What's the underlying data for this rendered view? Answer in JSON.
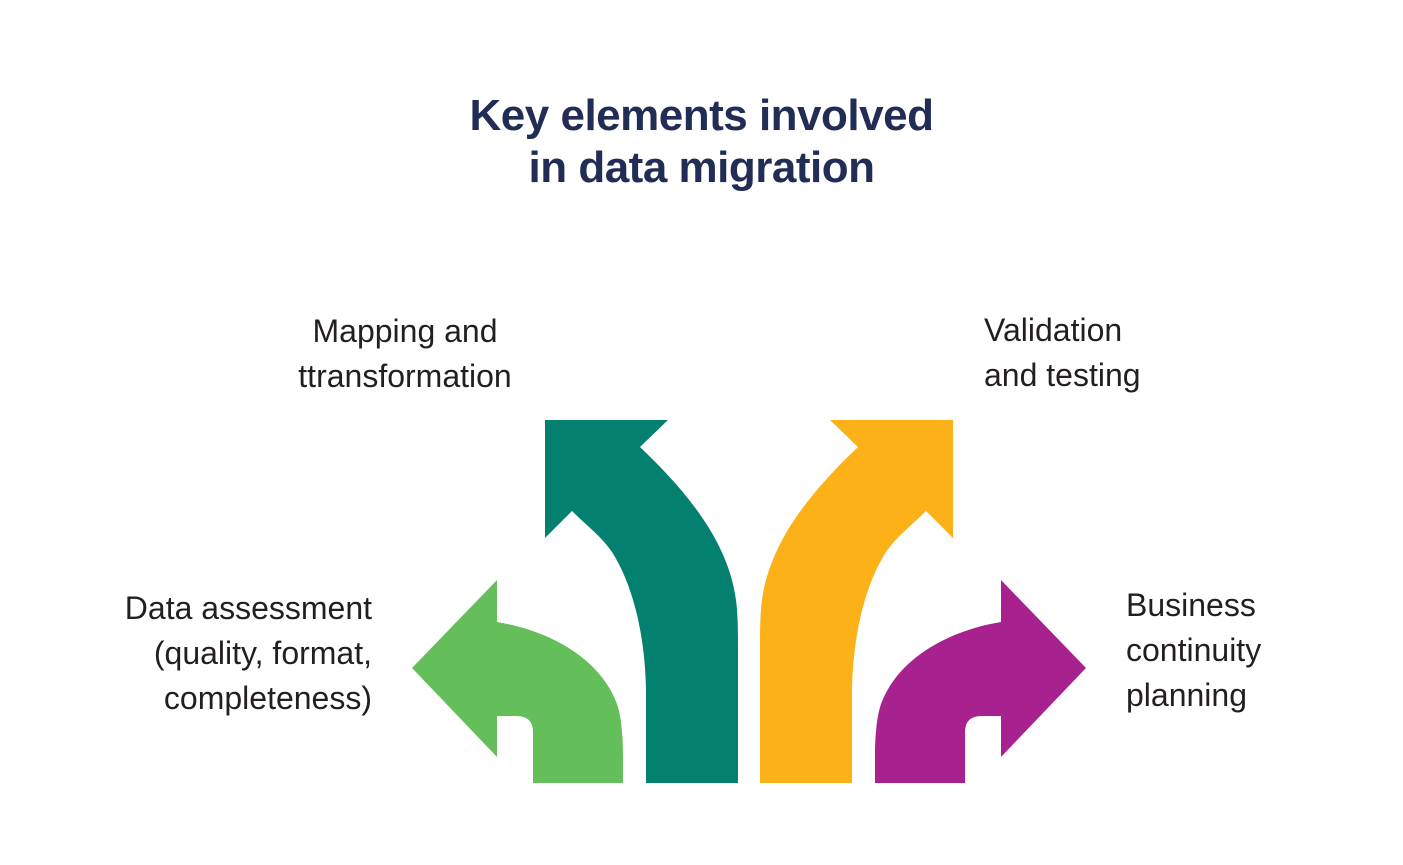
{
  "title": "Key elements involved\nin data migration",
  "labels": {
    "mapping": "Mapping and\nttransformation",
    "validation": "Validation\nand testing",
    "assessment": "Data assessment\n(quality, format,\ncompleteness)",
    "continuity": "Business\ncontinuity\nplanning"
  },
  "arrows": [
    {
      "name": "mapping-arrow",
      "direction": "up-left",
      "color": "#03806F"
    },
    {
      "name": "validation-arrow",
      "direction": "up-right",
      "color": "#FBB117"
    },
    {
      "name": "assessment-arrow",
      "direction": "left",
      "color": "#64BE5A"
    },
    {
      "name": "continuity-arrow",
      "direction": "right",
      "color": "#A7218F"
    }
  ],
  "colors": {
    "title_text": "#222D55",
    "label_text": "#231F20",
    "background": "#FFFFFF"
  }
}
